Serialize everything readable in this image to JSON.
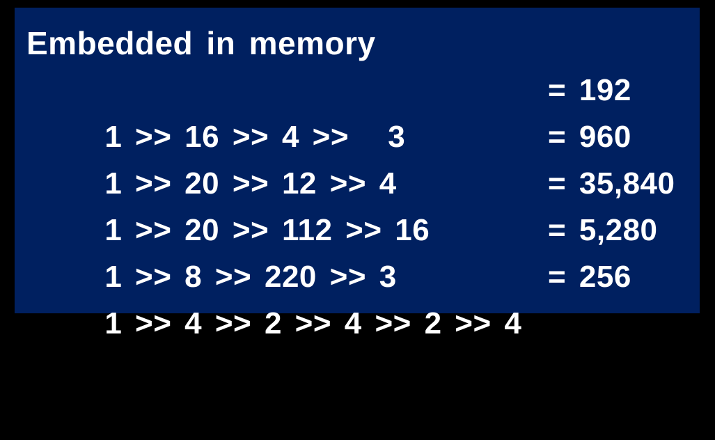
{
  "panel": {
    "title": "Embedded in memory",
    "rows": [
      {
        "expression": "1 >> 16 >> 4 >>   3",
        "result": "= 192"
      },
      {
        "expression": "1 >> 20 >> 12 >> 4",
        "result": "= 960"
      },
      {
        "expression": "1 >> 20 >> 112 >> 16",
        "result": "= 35,840"
      },
      {
        "expression": "1 >> 8 >> 220 >> 3",
        "result": "= 5,280"
      },
      {
        "expression": "1 >> 4 >> 2 >> 4 >> 2 >> 4",
        "result": "= 256"
      }
    ],
    "colors": {
      "page_background": "#000000",
      "panel_background": "#002060",
      "text": "#ffffff"
    }
  }
}
